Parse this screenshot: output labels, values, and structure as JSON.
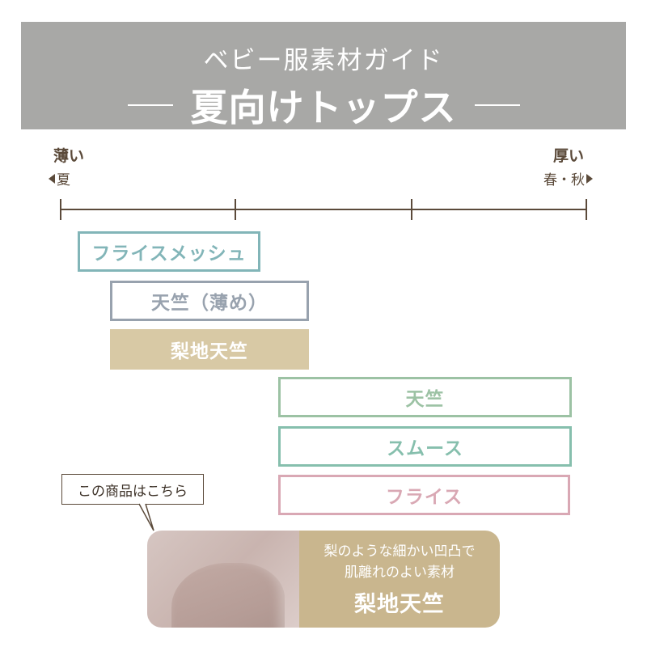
{
  "header": {
    "subtitle": "ベビー服素材ガイド",
    "title": "夏向けトップス"
  },
  "scale": {
    "left_label": "薄い",
    "left_sub": "夏",
    "right_label": "厚い",
    "right_sub": "春・秋"
  },
  "fabrics": [
    {
      "label": "フライスメッシュ",
      "color": "#82b5b8",
      "style": "outline"
    },
    {
      "label": "天竺（薄め）",
      "color": "#98a2ae",
      "style": "outline"
    },
    {
      "label": "梨地天竺",
      "color": "#d8c9a5",
      "style": "filled"
    },
    {
      "label": "天竺",
      "color": "#9cc2a4",
      "style": "outline"
    },
    {
      "label": "スムース",
      "color": "#86bfad",
      "style": "outline"
    },
    {
      "label": "フライス",
      "color": "#d9a8b4",
      "style": "outline"
    }
  ],
  "callout": {
    "label": "この商品はこちら"
  },
  "product": {
    "description_line1": "梨のような細かい凹凸で",
    "description_line2": "肌離れのよい素材",
    "name": "梨地天竺"
  }
}
